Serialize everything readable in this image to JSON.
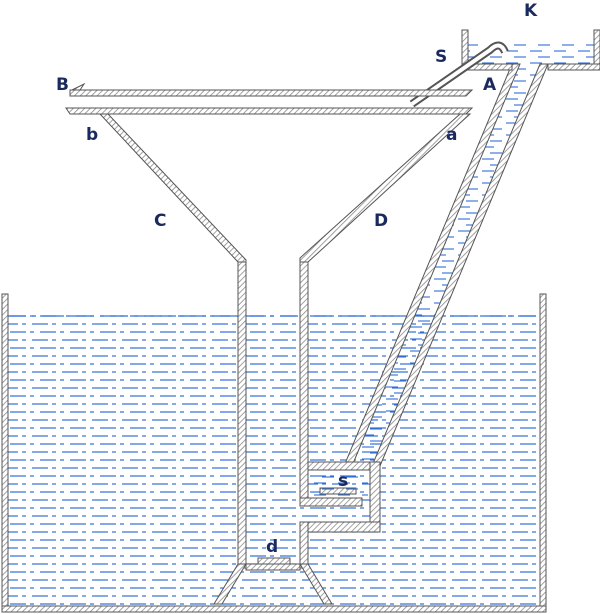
{
  "labels": {
    "K": "K",
    "S": "S",
    "A": "A",
    "B": "B",
    "b": "b",
    "a": "a",
    "C": "C",
    "D": "D",
    "s": "s",
    "d": "d"
  },
  "colors": {
    "water": "#2f6fd6",
    "wall": "#555555",
    "hatch": "#8a8a8a",
    "label": "#1b2a5e",
    "background": "#ffffff"
  }
}
